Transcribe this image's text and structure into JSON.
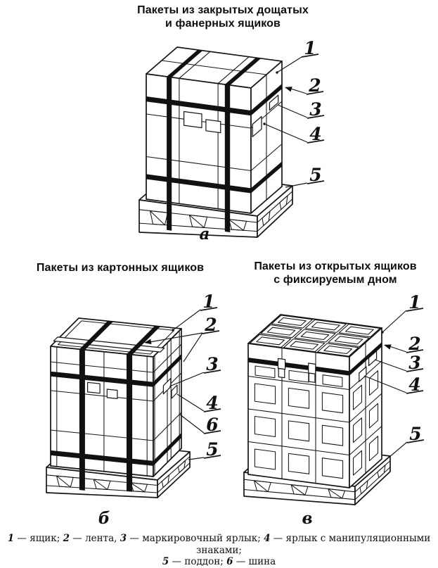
{
  "figures": {
    "a": {
      "title_lines": [
        "Пакеты из закрытых дощатых",
        "и фанерных ящиков"
      ],
      "letter": "а",
      "callouts": [
        "1",
        "2",
        "3",
        "4",
        "5"
      ]
    },
    "b": {
      "title_lines": [
        "Пакеты из картонных ящиков"
      ],
      "letter": "б",
      "callouts": [
        "1",
        "2",
        "3",
        "4",
        "6",
        "5"
      ]
    },
    "v": {
      "title_lines": [
        "Пакеты из открытых ящиков",
        "с фиксируемым дном"
      ],
      "letter": "в",
      "callouts": [
        "1",
        "2",
        "3",
        "4",
        "5"
      ]
    }
  },
  "legend": {
    "dash": "—",
    "lines": [
      [
        {
          "n": "1",
          "t": "ящик",
          "sep": ";"
        },
        {
          "n": "2",
          "t": "лента",
          "sep": ","
        },
        {
          "n": "3",
          "t": "маркировочный ярлык",
          "sep": ";"
        },
        {
          "n": "4",
          "t": "ярлык с манипуляционными знаками",
          "sep": ";"
        }
      ],
      [
        {
          "n": "5",
          "t": "поддон",
          "sep": ";"
        },
        {
          "n": "6",
          "t": "шина",
          "sep": ""
        }
      ]
    ]
  },
  "colors": {
    "ink": "#161616",
    "paper": "#ffffff"
  }
}
